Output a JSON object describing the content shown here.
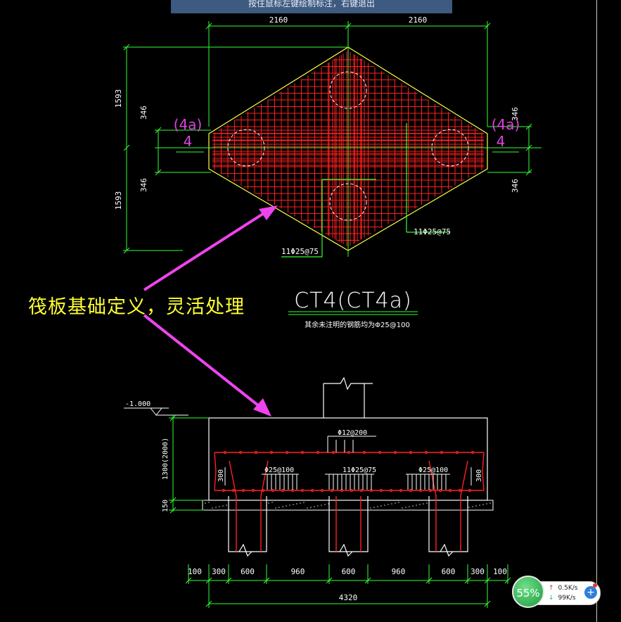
{
  "status_tip": "按住鼠标左键绘制标注，右键退出",
  "annotation": "筏板基础定义，灵活处理",
  "plan": {
    "dim_top_left": "2160",
    "dim_top_right": "2160",
    "dim_left_top": "1593",
    "dim_left_bottom": "1593",
    "dim_inner_left_top": "346",
    "dim_inner_left_bottom": "346",
    "dim_inner_right_top": "346",
    "dim_inner_right_bottom": "346",
    "axis_left_top": "(4a)",
    "axis_left_bottom": "4",
    "axis_right_top": "(4a)",
    "axis_right_bottom": "4",
    "rebar_label_1": "11Φ25@75",
    "rebar_label_2": "11Φ25@75"
  },
  "title_block": {
    "name": "CT4(CT4a)",
    "note": "其余未注明的钢筋均为Φ25@100"
  },
  "section": {
    "level": "-1.000",
    "height_label": "1300(2000)",
    "dim_150": "150",
    "top_bar": "Φ12@200",
    "bar_left": "Φ25@100",
    "bar_mid": "11Φ25@75",
    "bar_right": "Φ25@100",
    "cover_left": "300",
    "cover_right": "300",
    "bottom_dims": [
      "100",
      "300",
      "600",
      "960",
      "600",
      "960",
      "600",
      "300",
      "100"
    ],
    "total_width": "4320"
  },
  "network_widget": {
    "percent": "55%",
    "upload": "0.5K/s",
    "download": "99K/s"
  },
  "colors": {
    "background": "#000000",
    "dimension": "#33ff33",
    "rebar": "#ff2020",
    "outline": "#ffff44",
    "white_line": "#ffffff",
    "magenta": "#ee44ee",
    "annotation": "#ffff33"
  }
}
